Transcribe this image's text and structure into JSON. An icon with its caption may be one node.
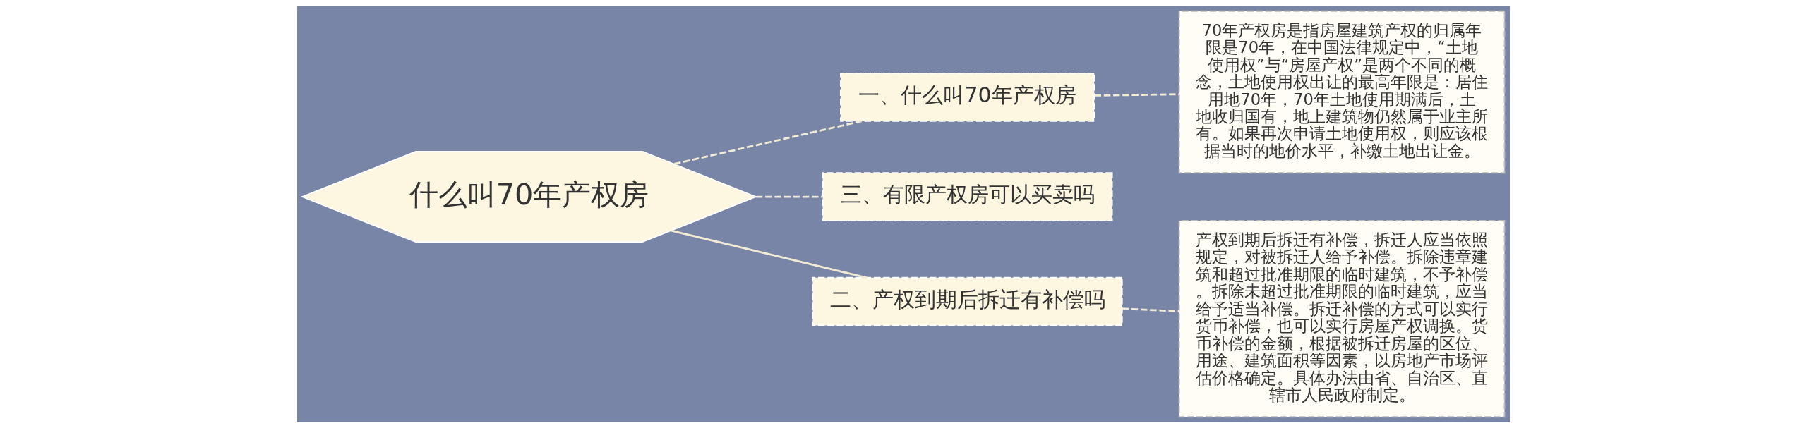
{
  "diagram": {
    "nodes": [
      {
        "text": [
          "什么叫70年产权房"
        ]
      },
      {
        "text": [
          "一、什么叫70年产权房"
        ]
      },
      {
        "text": [
          "70年产权房是指房屋建筑产权的归属年限是70年，在中国法律规定中，“土地使用权”与“房屋产权”是两个不同的概念，土地使用权出让的最高年限是：居住用地70年，70年土地使用期满后，土地收归国有，地上建筑物仍然属于业主所有。如果再次申请土地使用权，则应该根据当时的地价水平，补缴土地出让金。"
        ]
      },
      {
        "text": [
          "三、有限产权房可以买卖吗"
        ]
      },
      {
        "text": [
          "二、产权到期后拆迁有补偿吗"
        ]
      },
      {
        "text": [
          "产权到期后拆迁有补偿，拆迁人应当依照规定，对被拆迁人给予补偿。拆除违章建筑和超过批准期限的临时建筑，不予补偿。拆除未超过批准期限的临时建筑，应当给予适当补偿。拆迁补偿的方式可以实行货币补偿，也可以实行房屋产权调换。货币补偿的金额，根据被拆迁房屋的区位、用途、建筑面积等因素，以房地产市场评估价格确定。具体办法由省、自治区、直辖市人民政府制定。"
        ]
      }
    ],
    "edges": [
      {
        "from": 0,
        "to": 1,
        "arrow": "none",
        "style": "dashed"
      },
      {
        "from": 1,
        "to": 2,
        "arrow": "none",
        "style": "dashed"
      },
      {
        "from": 0,
        "to": 3,
        "arrow": "none",
        "style": "dashed"
      },
      {
        "from": 0,
        "to": 4,
        "arrow": "none"
      },
      {
        "from": 4,
        "to": 5,
        "arrow": "none",
        "style": "dashed"
      }
    ]
  }
}
